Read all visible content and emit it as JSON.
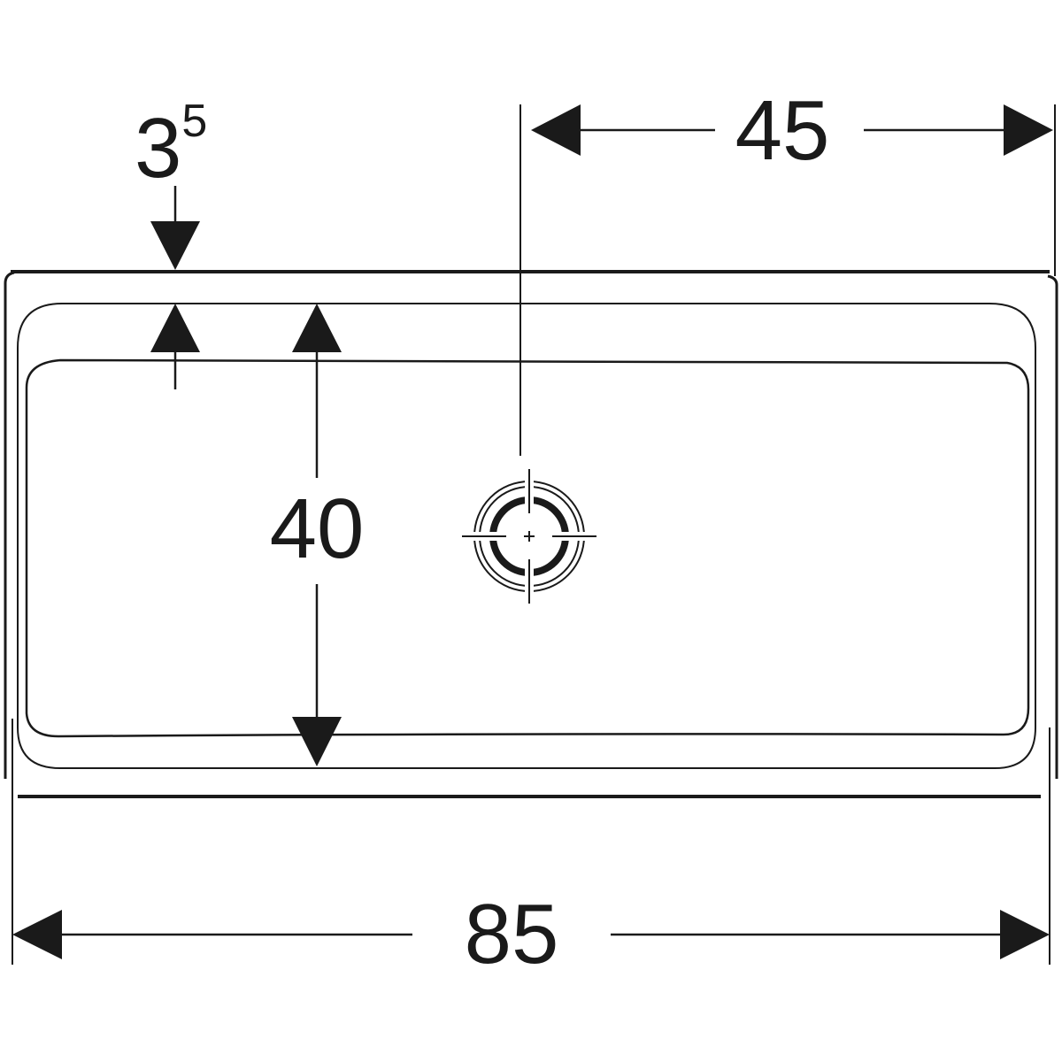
{
  "dimensions": {
    "depth_edge": {
      "main": "3",
      "superscript": "5"
    },
    "drain_offset": "45",
    "inner_depth": "40",
    "overall_width": "85"
  },
  "colors": {
    "line": "#1a1a1a",
    "background": "#ffffff"
  }
}
